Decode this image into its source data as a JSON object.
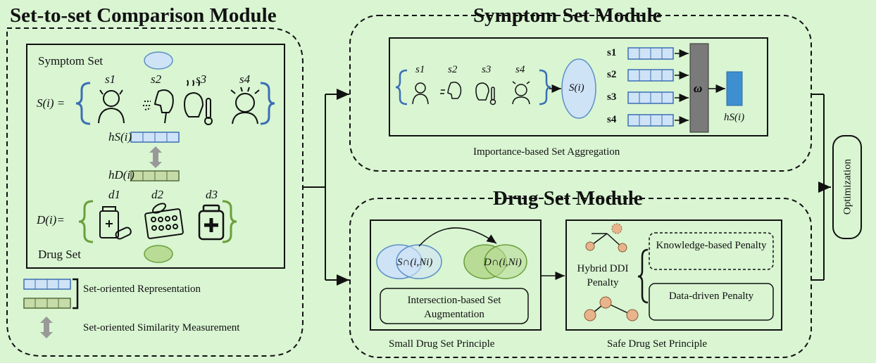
{
  "comparison_module": {
    "title": "Set-to-set Comparison Module",
    "symptom_set_label": "Symptom Set",
    "drug_set_label": "Drug Set",
    "s_formula": "S(i) =",
    "d_formula": "D(i)=",
    "symptoms": [
      "s1",
      "s2",
      "s3",
      "s4"
    ],
    "drugs": [
      "d1",
      "d2",
      "d3"
    ],
    "hs_label": "hS(i)",
    "hd_label": "hD(i)",
    "legend_representation": "Set-oriented Representation",
    "legend_similarity": "Set-oriented Similarity Measurement"
  },
  "symptom_module": {
    "title": "Symptom Set Module",
    "symptoms": [
      "s1",
      "s2",
      "s3",
      "s4"
    ],
    "set_label": "S(i)",
    "rows": [
      "s1",
      "s2",
      "s3",
      "s4"
    ],
    "omega": "ω",
    "output_label": "hS(i)",
    "caption": "Importance-based Set Aggregation"
  },
  "drug_module": {
    "title": "Drug Set Module",
    "intersection_s": "S∩(i,Ni)",
    "intersection_d": "D∩(i,Ni)",
    "augmentation_box": "Intersection-based Set Augmentation",
    "hybrid_label": "Hybrid DDI Penalty",
    "knowledge_box": "Knowledge-based Penalty",
    "data_box": "Data-driven Penalty",
    "small_caption": "Small Drug Set Principle",
    "safe_caption": "Safe Drug Set Principle"
  },
  "optimization_label": "Optimization",
  "colors": {
    "background": "#d9f5d2",
    "symptom_blue": "#cfe3f7",
    "symptom_border": "#3b6fb4",
    "drug_green": "#c5e0a5",
    "drug_border": "#6b9f3b",
    "omega_gray": "#7a7a7a",
    "output_blue": "#3d8fd0",
    "node_orange": "#e8b48c"
  }
}
